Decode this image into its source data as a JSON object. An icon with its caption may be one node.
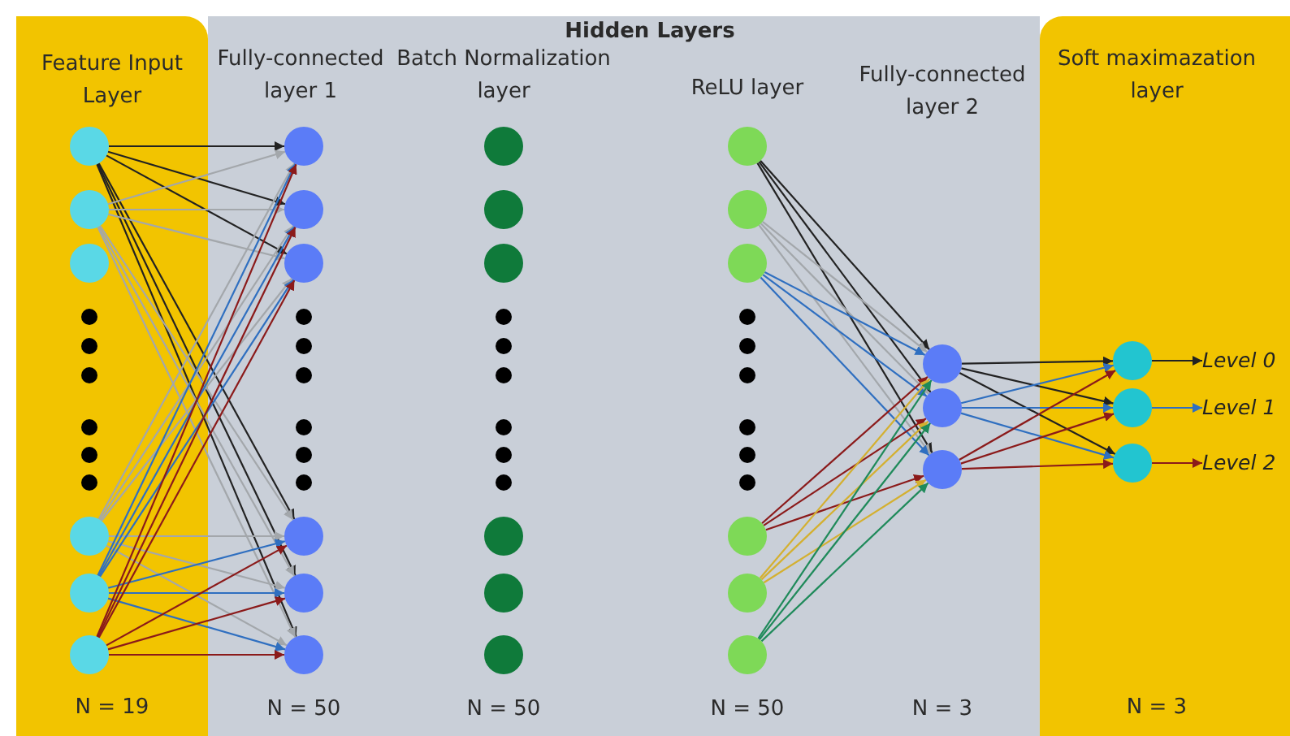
{
  "diagram": {
    "nodes": [
      {
        "text": [
          "Feature Input Layer",
          "N = 19"
        ]
      },
      {
        "text": [
          "Hidden Layers"
        ]
      },
      {
        "text": [
          "Soft maximazation layer",
          "N = 3"
        ]
      },
      {
        "text": [],
        "shape": "circle",
        "in": 0
      },
      {
        "text": [],
        "shape": "circle",
        "in": 0
      },
      {
        "text": [],
        "shape": "circle",
        "in": 0
      },
      {
        "text": [],
        "shape": "circle",
        "in": 0
      },
      {
        "text": [],
        "shape": "circle",
        "in": 0
      },
      {
        "text": [],
        "shape": "circle",
        "in": 0
      },
      {
        "text": [],
        "shape": "circle",
        "in": 1
      },
      {
        "text": [],
        "shape": "circle",
        "in": 1
      },
      {
        "text": [],
        "shape": "circle",
        "in": 1
      },
      {
        "text": [],
        "shape": "circle",
        "in": 1
      },
      {
        "text": [],
        "shape": "circle",
        "in": 1
      },
      {
        "text": [],
        "shape": "circle",
        "in": 1
      },
      {
        "text": [],
        "shape": "circle",
        "in": 1
      },
      {
        "text": [],
        "shape": "circle",
        "in": 1
      },
      {
        "text": [],
        "shape": "circle",
        "in": 1
      },
      {
        "text": [],
        "shape": "circle",
        "in": 1
      },
      {
        "text": [],
        "shape": "circle",
        "in": 1
      },
      {
        "text": [],
        "shape": "circle",
        "in": 1
      },
      {
        "text": [],
        "shape": "circle",
        "in": 1
      },
      {
        "text": [],
        "shape": "circle",
        "in": 1
      },
      {
        "text": [],
        "shape": "circle",
        "in": 1
      },
      {
        "text": [],
        "shape": "circle",
        "in": 1
      },
      {
        "text": [],
        "shape": "circle",
        "in": 1
      },
      {
        "text": [],
        "shape": "circle",
        "in": 1
      },
      {
        "text": [],
        "shape": "circle",
        "in": 1
      },
      {
        "text": [],
        "shape": "circle",
        "in": 1
      },
      {
        "text": [],
        "shape": "circle",
        "in": 1
      },
      {
        "text": [],
        "shape": "circle",
        "in": 2
      },
      {
        "text": [],
        "shape": "circle",
        "in": 2
      },
      {
        "text": [],
        "shape": "circle",
        "in": 2
      },
      {
        "text": [
          "Level 0"
        ],
        "in": 2
      },
      {
        "text": [
          "Level 1"
        ],
        "in": 2
      },
      {
        "text": [
          "Level 2"
        ],
        "in": 2
      }
    ],
    "edges": [
      {
        "from": 3,
        "to": 9,
        "arrow": "to",
        "color": "#222222"
      },
      {
        "from": 3,
        "to": 10,
        "arrow": "to",
        "color": "#222222"
      },
      {
        "from": 3,
        "to": 11,
        "arrow": "to",
        "color": "#222222"
      },
      {
        "from": 3,
        "to": 12,
        "arrow": "to",
        "color": "#222222"
      },
      {
        "from": 3,
        "to": 13,
        "arrow": "to",
        "color": "#222222"
      },
      {
        "from": 3,
        "to": 14,
        "arrow": "to",
        "color": "#222222"
      },
      {
        "from": 4,
        "to": 9,
        "arrow": "to",
        "color": "#a3a7ab"
      },
      {
        "from": 4,
        "to": 10,
        "arrow": "to",
        "color": "#a3a7ab"
      },
      {
        "from": 4,
        "to": 11,
        "arrow": "to",
        "color": "#a3a7ab"
      },
      {
        "from": 4,
        "to": 12,
        "arrow": "to",
        "color": "#a3a7ab"
      },
      {
        "from": 4,
        "to": 13,
        "arrow": "to",
        "color": "#a3a7ab"
      },
      {
        "from": 4,
        "to": 14,
        "arrow": "to",
        "color": "#a3a7ab"
      },
      {
        "from": 6,
        "to": 9,
        "arrow": "to",
        "color": "#a3a7ab"
      },
      {
        "from": 6,
        "to": 10,
        "arrow": "to",
        "color": "#a3a7ab"
      },
      {
        "from": 6,
        "to": 11,
        "arrow": "to",
        "color": "#a3a7ab"
      },
      {
        "from": 6,
        "to": 12,
        "arrow": "to",
        "color": "#a3a7ab"
      },
      {
        "from": 6,
        "to": 13,
        "arrow": "to",
        "color": "#a3a7ab"
      },
      {
        "from": 6,
        "to": 14,
        "arrow": "to",
        "color": "#a3a7ab"
      },
      {
        "from": 7,
        "to": 9,
        "arrow": "to",
        "color": "#2f6fc0"
      },
      {
        "from": 7,
        "to": 10,
        "arrow": "to",
        "color": "#2f6fc0"
      },
      {
        "from": 7,
        "to": 11,
        "arrow": "to",
        "color": "#2f6fc0"
      },
      {
        "from": 7,
        "to": 12,
        "arrow": "to",
        "color": "#2f6fc0"
      },
      {
        "from": 7,
        "to": 13,
        "arrow": "to",
        "color": "#2f6fc0"
      },
      {
        "from": 7,
        "to": 14,
        "arrow": "to",
        "color": "#2f6fc0"
      },
      {
        "from": 8,
        "to": 9,
        "arrow": "to",
        "color": "#8b1a1a"
      },
      {
        "from": 8,
        "to": 10,
        "arrow": "to",
        "color": "#8b1a1a"
      },
      {
        "from": 8,
        "to": 11,
        "arrow": "to",
        "color": "#8b1a1a"
      },
      {
        "from": 8,
        "to": 12,
        "arrow": "to",
        "color": "#8b1a1a"
      },
      {
        "from": 8,
        "to": 13,
        "arrow": "to",
        "color": "#8b1a1a"
      },
      {
        "from": 8,
        "to": 14,
        "arrow": "to",
        "color": "#8b1a1a"
      },
      {
        "from": 21,
        "to": 27,
        "arrow": "to",
        "color": "#222222"
      },
      {
        "from": 21,
        "to": 28,
        "arrow": "to",
        "color": "#222222"
      },
      {
        "from": 21,
        "to": 29,
        "arrow": "to",
        "color": "#222222"
      },
      {
        "from": 22,
        "to": 27,
        "arrow": "to",
        "color": "#a3a7ab"
      },
      {
        "from": 22,
        "to": 28,
        "arrow": "to",
        "color": "#a3a7ab"
      },
      {
        "from": 22,
        "to": 29,
        "arrow": "to",
        "color": "#a3a7ab"
      },
      {
        "from": 23,
        "to": 27,
        "arrow": "to",
        "color": "#2f6fc0"
      },
      {
        "from": 23,
        "to": 28,
        "arrow": "to",
        "color": "#2f6fc0"
      },
      {
        "from": 23,
        "to": 29,
        "arrow": "to",
        "color": "#2f6fc0"
      },
      {
        "from": 24,
        "to": 27,
        "arrow": "to",
        "color": "#8b1a1a"
      },
      {
        "from": 24,
        "to": 28,
        "arrow": "to",
        "color": "#8b1a1a"
      },
      {
        "from": 24,
        "to": 29,
        "arrow": "to",
        "color": "#8b1a1a"
      },
      {
        "from": 25,
        "to": 27,
        "arrow": "to",
        "color": "#d4b030"
      },
      {
        "from": 25,
        "to": 28,
        "arrow": "to",
        "color": "#d4b030"
      },
      {
        "from": 25,
        "to": 29,
        "arrow": "to",
        "color": "#d4b030"
      },
      {
        "from": 26,
        "to": 27,
        "arrow": "to",
        "color": "#1f8a5a"
      },
      {
        "from": 26,
        "to": 28,
        "arrow": "to",
        "color": "#1f8a5a"
      },
      {
        "from": 26,
        "to": 29,
        "arrow": "to",
        "color": "#1f8a5a"
      },
      {
        "from": 27,
        "to": 30,
        "arrow": "to",
        "color": "#222222"
      },
      {
        "from": 27,
        "to": 31,
        "arrow": "to",
        "color": "#222222"
      },
      {
        "from": 27,
        "to": 32,
        "arrow": "to",
        "color": "#222222"
      },
      {
        "from": 28,
        "to": 30,
        "arrow": "to",
        "color": "#2f6fc0"
      },
      {
        "from": 28,
        "to": 31,
        "arrow": "to",
        "color": "#2f6fc0"
      },
      {
        "from": 28,
        "to": 32,
        "arrow": "to",
        "color": "#2f6fc0"
      },
      {
        "from": 29,
        "to": 30,
        "arrow": "to",
        "color": "#8b1a1a"
      },
      {
        "from": 29,
        "to": 31,
        "arrow": "to",
        "color": "#8b1a1a"
      },
      {
        "from": 29,
        "to": 32,
        "arrow": "to",
        "color": "#8b1a1a"
      },
      {
        "from": 30,
        "to": 33,
        "arrow": "to",
        "color": "#222222"
      },
      {
        "from": 31,
        "to": 34,
        "arrow": "to",
        "color": "#2f6fc0"
      },
      {
        "from": 32,
        "to": 35,
        "arrow": "to",
        "color": "#8b1a1a"
      }
    ],
    "labels": [
      "Fully-connected layer 1",
      "Batch Normalization layer",
      "ReLU layer",
      "Fully-connected layer 2",
      "N = 50",
      "N = 50",
      "N = 50",
      "N = 3"
    ]
  }
}
